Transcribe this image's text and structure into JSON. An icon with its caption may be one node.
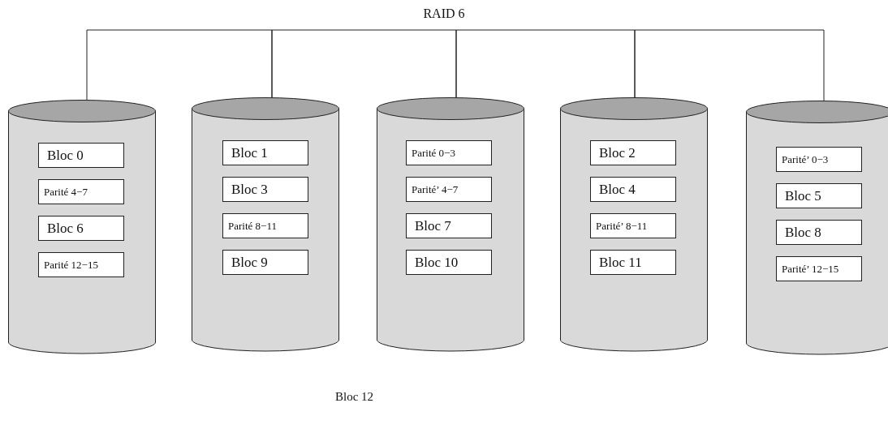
{
  "diagram": {
    "title": "RAID 6",
    "nodes": [
      {
        "text": [],
        "shape": "cylinder"
      },
      {
        "text": [
          "Bloc 0"
        ],
        "in": 0
      },
      {
        "text": [
          "Parité 4−7"
        ],
        "in": 0
      },
      {
        "text": [
          "Bloc 6"
        ],
        "in": 0
      },
      {
        "text": [
          "Parité 12−15"
        ],
        "in": 0
      },
      {
        "text": [],
        "shape": "cylinder"
      },
      {
        "text": [
          "Bloc 1"
        ],
        "in": 5
      },
      {
        "text": [
          "Bloc 3"
        ],
        "in": 5
      },
      {
        "text": [
          "Parité 8−11"
        ],
        "in": 5
      },
      {
        "text": [
          "Bloc 9"
        ],
        "in": 5
      },
      {
        "text": [],
        "shape": "cylinder"
      },
      {
        "text": [
          "Parité 0−3"
        ],
        "in": 10
      },
      {
        "text": [
          "Parité’ 4−7"
        ],
        "in": 10
      },
      {
        "text": [
          "Bloc 7"
        ],
        "in": 10
      },
      {
        "text": [
          "Bloc 10"
        ],
        "in": 10
      },
      {
        "text": [],
        "shape": "cylinder"
      },
      {
        "text": [
          "Bloc 2"
        ],
        "in": 15
      },
      {
        "text": [
          "Bloc 4"
        ],
        "in": 15
      },
      {
        "text": [
          "Parité’ 8−11"
        ],
        "in": 15
      },
      {
        "text": [
          "Bloc 11"
        ],
        "in": 15
      },
      {
        "text": [],
        "shape": "cylinder"
      },
      {
        "text": [
          "Parité’ 0−3"
        ],
        "in": 20
      },
      {
        "text": [
          "Bloc 5"
        ],
        "in": 20
      },
      {
        "text": [
          "Bloc 8"
        ],
        "in": 20
      },
      {
        "text": [
          "Parité’ 12−15"
        ],
        "in": 20
      }
    ],
    "edges": [
      {
        "from": 0,
        "to": 5,
        "arrow": "none"
      },
      {
        "from": 5,
        "to": 10,
        "arrow": "none"
      },
      {
        "from": 10,
        "to": 15,
        "arrow": "none"
      },
      {
        "from": 15,
        "to": 20,
        "arrow": "none"
      }
    ],
    "labels": [
      "Bloc 12"
    ]
  }
}
